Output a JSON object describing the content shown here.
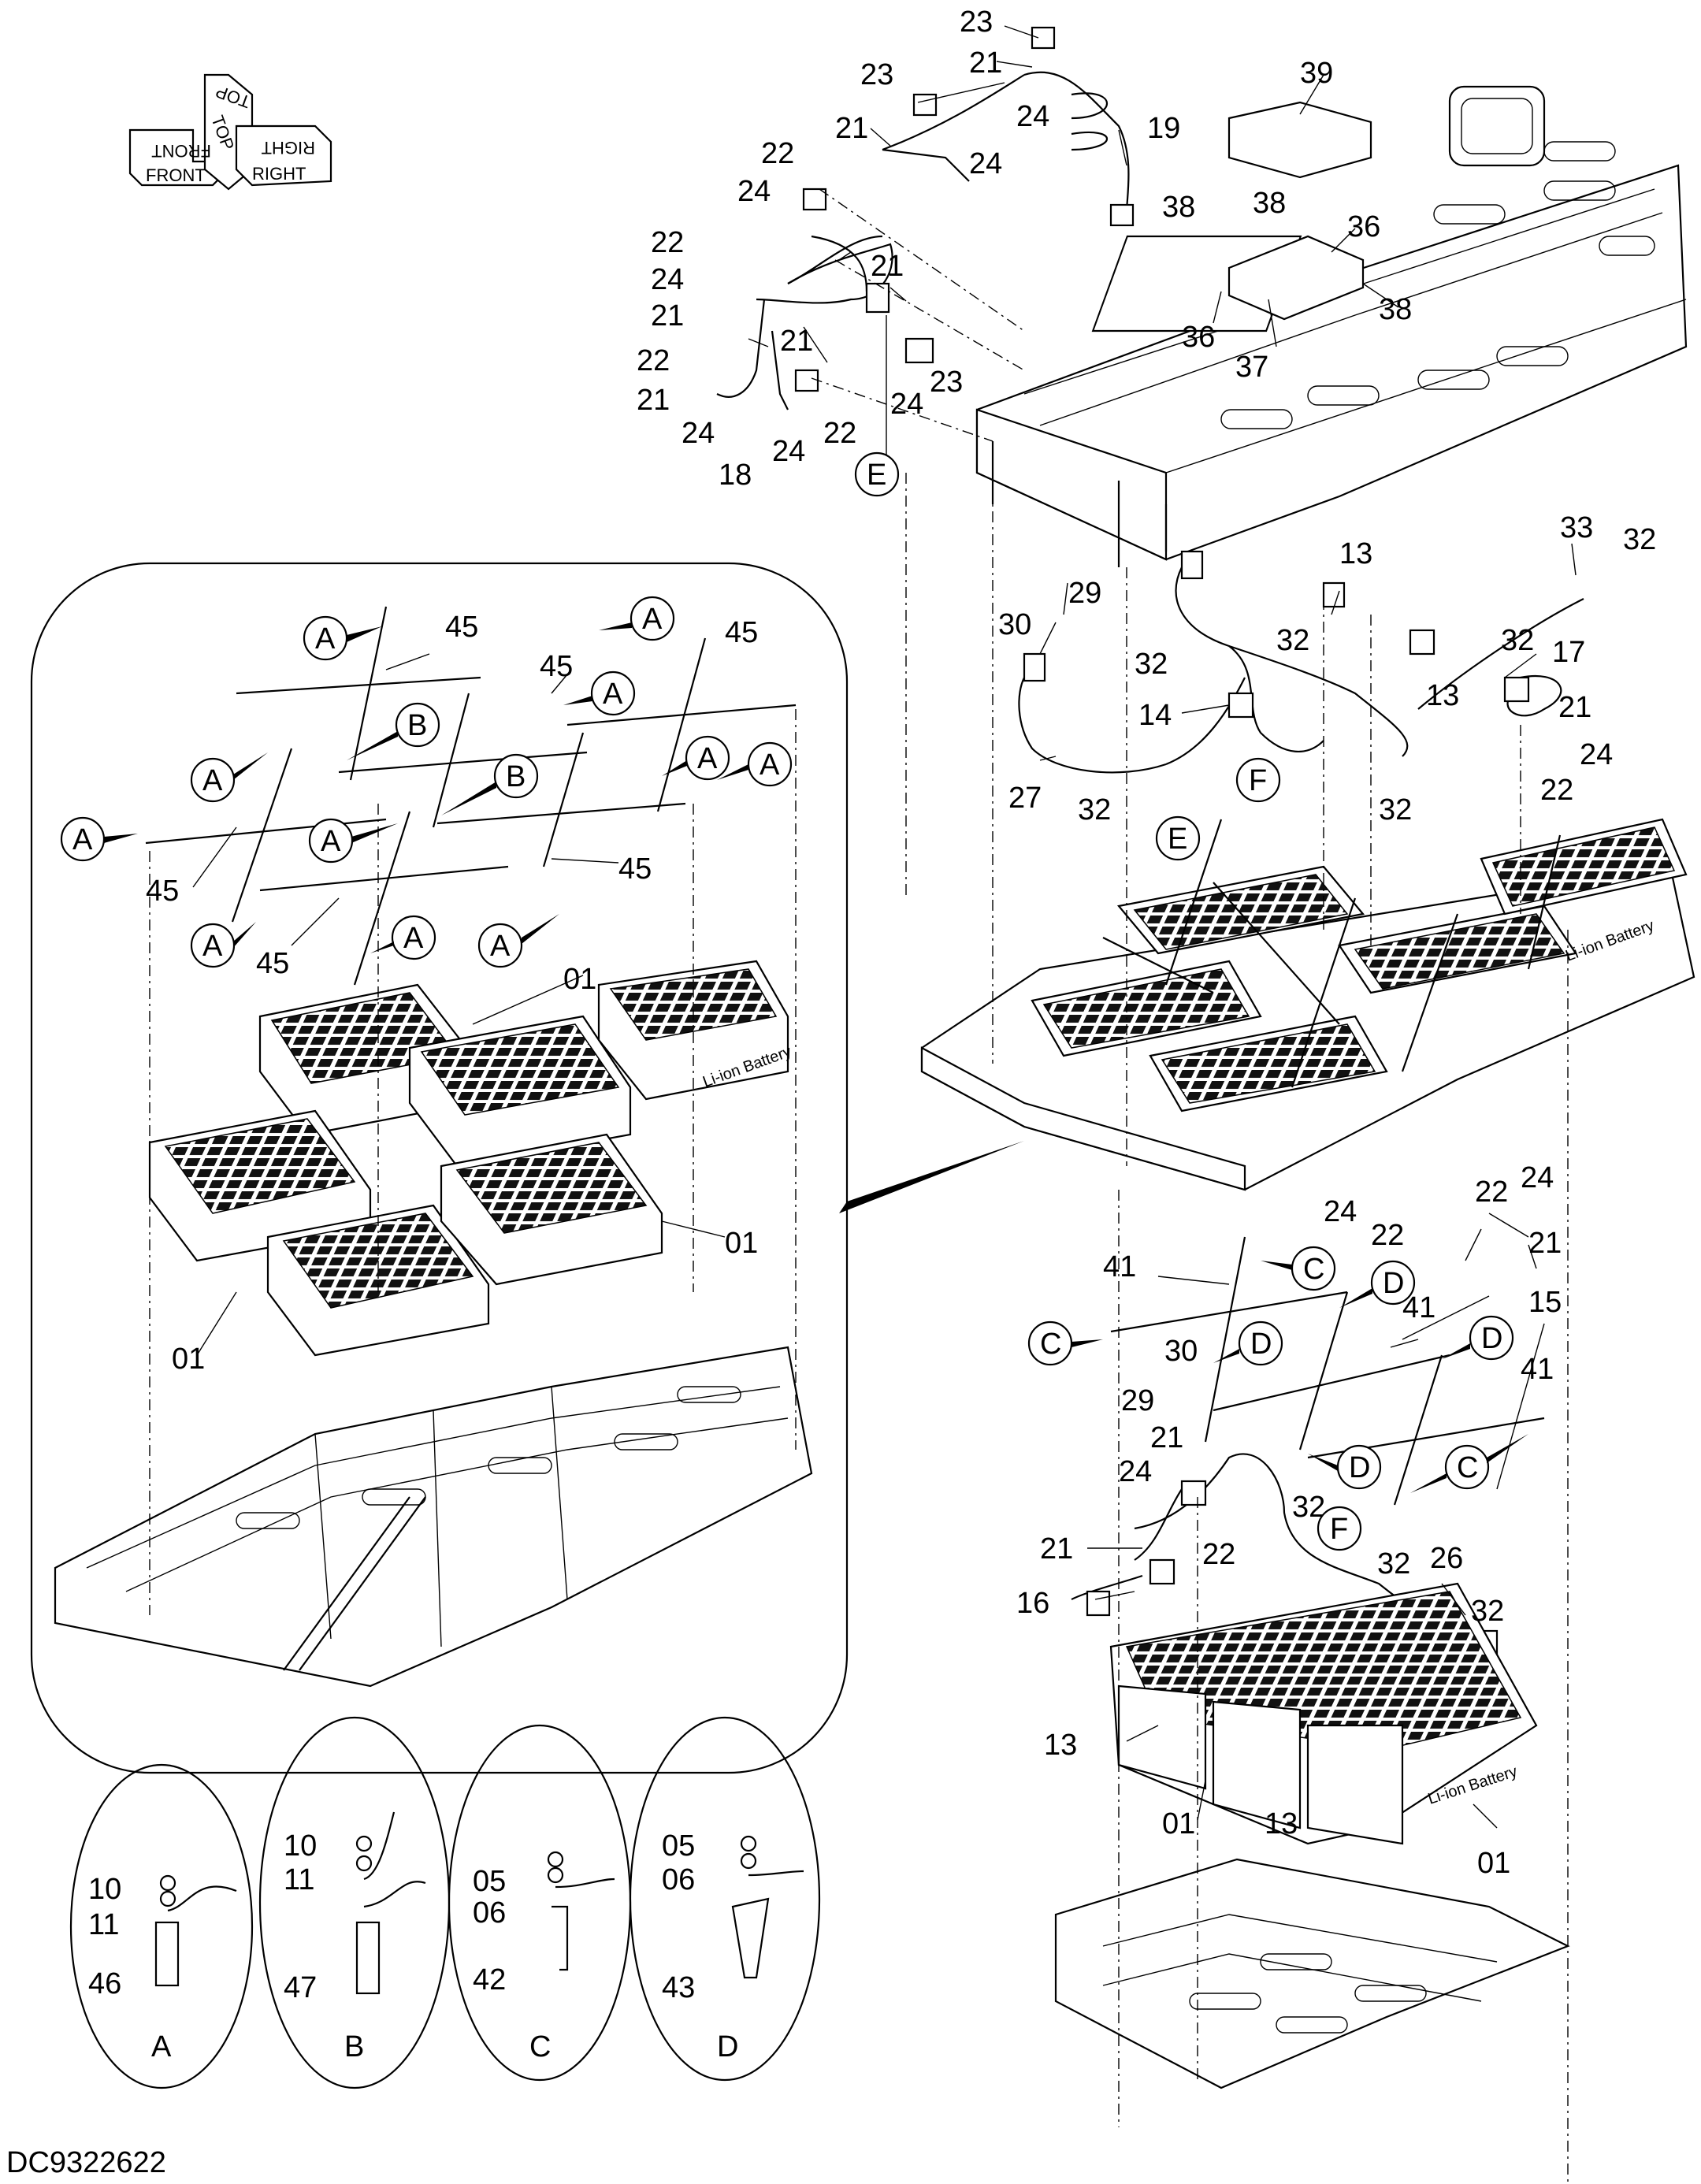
{
  "drawing_code": "DC9322622",
  "orientation_icon": {
    "labels": [
      "FRONT",
      "TOP",
      "RIGHT",
      "FRONT",
      "TOP",
      "RIGHT"
    ]
  },
  "part_numbers": {
    "p01": "01",
    "p05": "05",
    "p06": "06",
    "p10": "10",
    "p11": "11",
    "p13": "13",
    "p14": "14",
    "p15": "15",
    "p16": "16",
    "p17": "17",
    "p18": "18",
    "p19": "19",
    "p21": "21",
    "p22": "22",
    "p23": "23",
    "p24": "24",
    "p26": "26",
    "p27": "27",
    "p29": "29",
    "p30": "30",
    "p32": "32",
    "p33": "33",
    "p36": "36",
    "p37": "37",
    "p38": "38",
    "p39": "39",
    "p41": "41",
    "p42": "42",
    "p43": "43",
    "p45": "45",
    "p46": "46",
    "p47": "47"
  },
  "ref_letters": {
    "A": "A",
    "B": "B",
    "C": "C",
    "D": "D",
    "E": "E",
    "F": "F"
  },
  "detail_captions": [
    "A",
    "B",
    "C",
    "D"
  ],
  "battery_text": "Li-ion Battery"
}
